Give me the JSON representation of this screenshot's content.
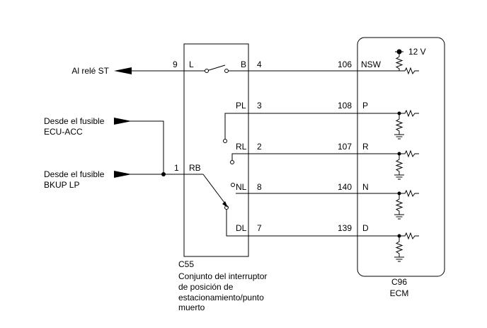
{
  "external": {
    "relay_label": "Al relé ST",
    "fuse1_line1": "Desde el fusible",
    "fuse1_line2": "ECU-ACC",
    "fuse2_line1": "Desde el fusible",
    "fuse2_line2": "BKUP LP"
  },
  "switch_connector": {
    "id": "C55",
    "name_lines": [
      "Conjunto del interruptor",
      "de posición de",
      "estacionamiento/punto",
      "muerto"
    ],
    "left_pins": {
      "pin9": "9",
      "pin9_label": "L",
      "pin1": "1",
      "pin1_label": "RB"
    },
    "right_pins": [
      {
        "label": "B",
        "pin": "4"
      },
      {
        "label": "PL",
        "pin": "3"
      },
      {
        "label": "RL",
        "pin": "2"
      },
      {
        "label": "NL",
        "pin": "8"
      },
      {
        "label": "DL",
        "pin": "7"
      }
    ]
  },
  "ecm_connector": {
    "id": "C96",
    "name": "ECM",
    "supply": "12 V",
    "pins": [
      {
        "pin": "106",
        "label": "NSW"
      },
      {
        "pin": "108",
        "label": "P"
      },
      {
        "pin": "107",
        "label": "R"
      },
      {
        "pin": "140",
        "label": "N"
      },
      {
        "pin": "139",
        "label": "D"
      }
    ]
  }
}
